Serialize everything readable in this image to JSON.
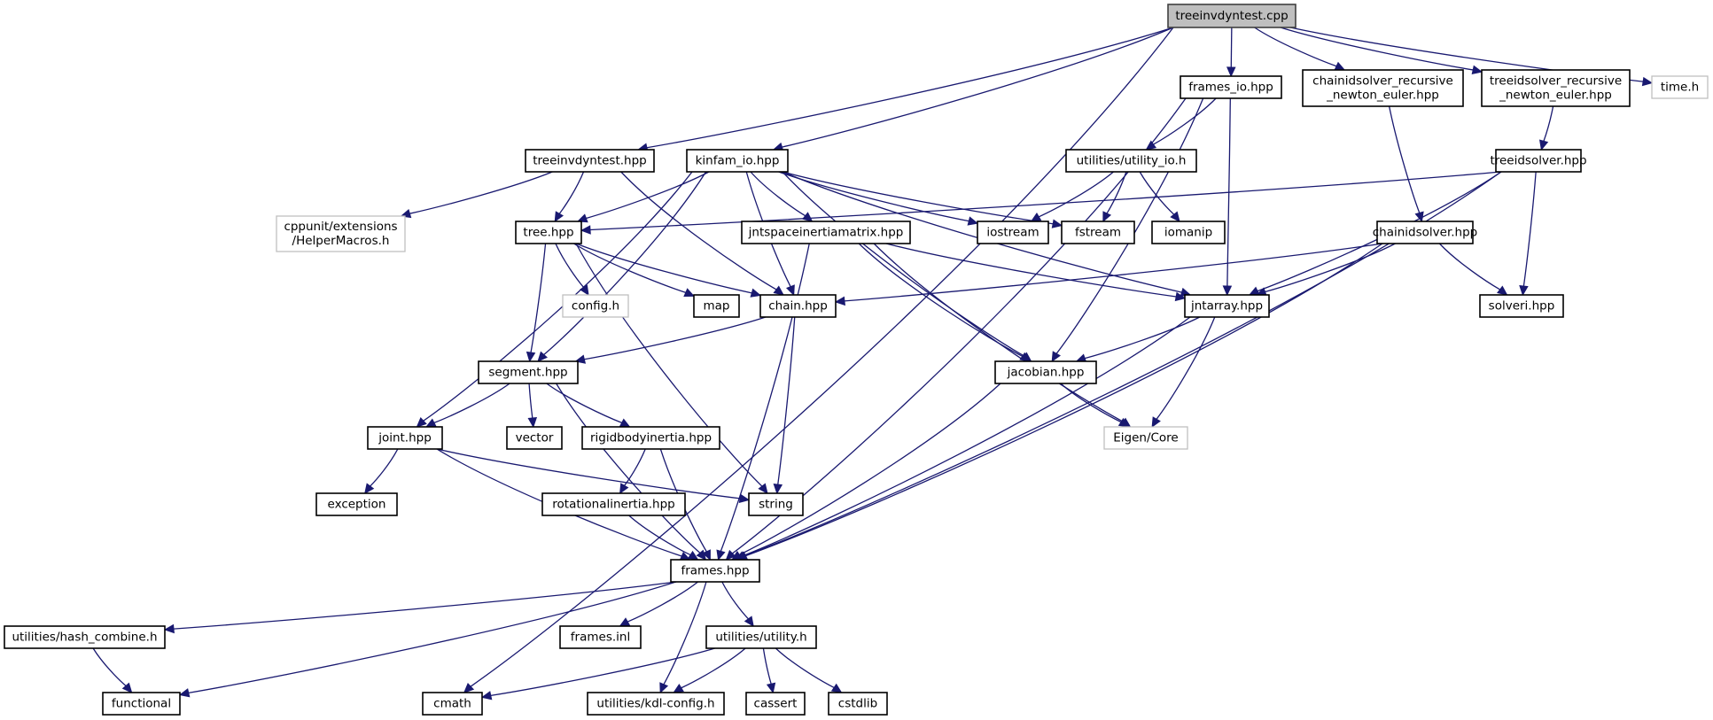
{
  "title": "treeinvdyntest.cpp include dependency graph",
  "colors": {
    "edge": "#191970",
    "root_fill": "#bfbfbf",
    "node_border": "#000000",
    "external_border": "#bfbfbf"
  },
  "nodes": [
    {
      "id": "treeinvdyntest_cpp",
      "label": [
        "treeinvdyntest.cpp"
      ],
      "kind": "root"
    },
    {
      "id": "frames_io",
      "label": [
        "frames_io.hpp"
      ],
      "kind": "file"
    },
    {
      "id": "chainidsolver_rne",
      "label": [
        "chainidsolver_recursive",
        "_newton_euler.hpp"
      ],
      "kind": "file"
    },
    {
      "id": "treeidsolver_rne",
      "label": [
        "treeidsolver_recursive",
        "_newton_euler.hpp"
      ],
      "kind": "file"
    },
    {
      "id": "time_h",
      "label": [
        "time.h"
      ],
      "kind": "external"
    },
    {
      "id": "treeinvdyntest_hpp",
      "label": [
        "treeinvdyntest.hpp"
      ],
      "kind": "file"
    },
    {
      "id": "kinfam_io",
      "label": [
        "kinfam_io.hpp"
      ],
      "kind": "file"
    },
    {
      "id": "utility_io",
      "label": [
        "utilities/utility_io.h"
      ],
      "kind": "file"
    },
    {
      "id": "treeidsolver",
      "label": [
        "treeidsolver.hpp"
      ],
      "kind": "file"
    },
    {
      "id": "cppunit",
      "label": [
        "cppunit/extensions",
        "/HelperMacros.h"
      ],
      "kind": "external"
    },
    {
      "id": "tree",
      "label": [
        "tree.hpp"
      ],
      "kind": "file"
    },
    {
      "id": "jntspace",
      "label": [
        "jntspaceinertiamatrix.hpp"
      ],
      "kind": "file"
    },
    {
      "id": "iostream",
      "label": [
        "iostream"
      ],
      "kind": "file"
    },
    {
      "id": "fstream",
      "label": [
        "fstream"
      ],
      "kind": "file"
    },
    {
      "id": "iomanip",
      "label": [
        "iomanip"
      ],
      "kind": "file"
    },
    {
      "id": "chainidsolver",
      "label": [
        "chainidsolver.hpp"
      ],
      "kind": "file"
    },
    {
      "id": "config",
      "label": [
        "config.h"
      ],
      "kind": "external"
    },
    {
      "id": "map",
      "label": [
        "map"
      ],
      "kind": "file"
    },
    {
      "id": "chain",
      "label": [
        "chain.hpp"
      ],
      "kind": "file"
    },
    {
      "id": "jntarray",
      "label": [
        "jntarray.hpp"
      ],
      "kind": "file"
    },
    {
      "id": "solveri",
      "label": [
        "solveri.hpp"
      ],
      "kind": "file"
    },
    {
      "id": "segment",
      "label": [
        "segment.hpp"
      ],
      "kind": "file"
    },
    {
      "id": "jacobian",
      "label": [
        "jacobian.hpp"
      ],
      "kind": "file"
    },
    {
      "id": "joint",
      "label": [
        "joint.hpp"
      ],
      "kind": "file"
    },
    {
      "id": "vector",
      "label": [
        "vector"
      ],
      "kind": "file"
    },
    {
      "id": "rigidbody",
      "label": [
        "rigidbodyinertia.hpp"
      ],
      "kind": "file"
    },
    {
      "id": "eigen",
      "label": [
        "Eigen/Core"
      ],
      "kind": "external"
    },
    {
      "id": "exception",
      "label": [
        "exception"
      ],
      "kind": "file"
    },
    {
      "id": "rotational",
      "label": [
        "rotationalinertia.hpp"
      ],
      "kind": "file"
    },
    {
      "id": "string",
      "label": [
        "string"
      ],
      "kind": "file"
    },
    {
      "id": "frames",
      "label": [
        "frames.hpp"
      ],
      "kind": "file"
    },
    {
      "id": "hash_combine",
      "label": [
        "utilities/hash_combine.h"
      ],
      "kind": "file"
    },
    {
      "id": "frames_inl",
      "label": [
        "frames.inl"
      ],
      "kind": "file"
    },
    {
      "id": "utility_h",
      "label": [
        "utilities/utility.h"
      ],
      "kind": "file"
    },
    {
      "id": "functional",
      "label": [
        "functional"
      ],
      "kind": "file"
    },
    {
      "id": "cmath",
      "label": [
        "cmath"
      ],
      "kind": "file"
    },
    {
      "id": "kdl_config",
      "label": [
        "utilities/kdl-config.h"
      ],
      "kind": "file"
    },
    {
      "id": "cassert",
      "label": [
        "cassert"
      ],
      "kind": "file"
    },
    {
      "id": "cstdlib",
      "label": [
        "cstdlib"
      ],
      "kind": "file"
    }
  ],
  "edges": [
    [
      "treeinvdyntest_cpp",
      "frames_io"
    ],
    [
      "treeinvdyntest_cpp",
      "chainidsolver_rne"
    ],
    [
      "treeinvdyntest_cpp",
      "treeidsolver_rne"
    ],
    [
      "treeinvdyntest_cpp",
      "time_h"
    ],
    [
      "treeinvdyntest_cpp",
      "treeinvdyntest_hpp"
    ],
    [
      "treeinvdyntest_cpp",
      "kinfam_io"
    ],
    [
      "treeinvdyntest_cpp",
      "cmath"
    ],
    [
      "frames_io",
      "utility_io"
    ],
    [
      "frames_io",
      "jntarray"
    ],
    [
      "frames_io",
      "jacobian"
    ],
    [
      "frames_io",
      "frames"
    ],
    [
      "chainidsolver_rne",
      "chainidsolver"
    ],
    [
      "treeidsolver_rne",
      "treeidsolver"
    ],
    [
      "treeinvdyntest_hpp",
      "cppunit"
    ],
    [
      "treeinvdyntest_hpp",
      "tree"
    ],
    [
      "treeinvdyntest_hpp",
      "chain"
    ],
    [
      "kinfam_io",
      "tree"
    ],
    [
      "kinfam_io",
      "jntspace"
    ],
    [
      "kinfam_io",
      "iostream"
    ],
    [
      "kinfam_io",
      "fstream"
    ],
    [
      "kinfam_io",
      "chain"
    ],
    [
      "kinfam_io",
      "jntarray"
    ],
    [
      "kinfam_io",
      "jacobian"
    ],
    [
      "kinfam_io",
      "segment"
    ],
    [
      "kinfam_io",
      "joint"
    ],
    [
      "utility_io",
      "iostream"
    ],
    [
      "utility_io",
      "fstream"
    ],
    [
      "utility_io",
      "iomanip"
    ],
    [
      "treeidsolver",
      "tree"
    ],
    [
      "treeidsolver",
      "jntarray"
    ],
    [
      "treeidsolver",
      "solveri"
    ],
    [
      "treeidsolver",
      "frames"
    ],
    [
      "chainidsolver",
      "chain"
    ],
    [
      "chainidsolver",
      "jntarray"
    ],
    [
      "chainidsolver",
      "solveri"
    ],
    [
      "chainidsolver",
      "frames"
    ],
    [
      "tree",
      "config"
    ],
    [
      "tree",
      "map"
    ],
    [
      "tree",
      "chain"
    ],
    [
      "tree",
      "segment"
    ],
    [
      "tree",
      "string"
    ],
    [
      "jntspace",
      "jntarray"
    ],
    [
      "jntspace",
      "jacobian"
    ],
    [
      "jntspace",
      "eigen"
    ],
    [
      "jntspace",
      "frames"
    ],
    [
      "chain",
      "segment"
    ],
    [
      "chain",
      "string"
    ],
    [
      "jntarray",
      "jacobian"
    ],
    [
      "jntarray",
      "eigen"
    ],
    [
      "jntarray",
      "frames"
    ],
    [
      "segment",
      "joint"
    ],
    [
      "segment",
      "vector"
    ],
    [
      "segment",
      "rigidbody"
    ],
    [
      "segment",
      "frames"
    ],
    [
      "jacobian",
      "eigen"
    ],
    [
      "jacobian",
      "frames"
    ],
    [
      "joint",
      "exception"
    ],
    [
      "joint",
      "string"
    ],
    [
      "joint",
      "frames"
    ],
    [
      "rigidbody",
      "rotational"
    ],
    [
      "rigidbody",
      "frames"
    ],
    [
      "rotational",
      "frames"
    ],
    [
      "frames",
      "hash_combine"
    ],
    [
      "frames",
      "frames_inl"
    ],
    [
      "frames",
      "utility_h"
    ],
    [
      "frames",
      "functional"
    ],
    [
      "frames",
      "kdl_config"
    ],
    [
      "hash_combine",
      "functional"
    ],
    [
      "utility_h",
      "cmath"
    ],
    [
      "utility_h",
      "kdl_config"
    ],
    [
      "utility_h",
      "cassert"
    ],
    [
      "utility_h",
      "cstdlib"
    ]
  ]
}
